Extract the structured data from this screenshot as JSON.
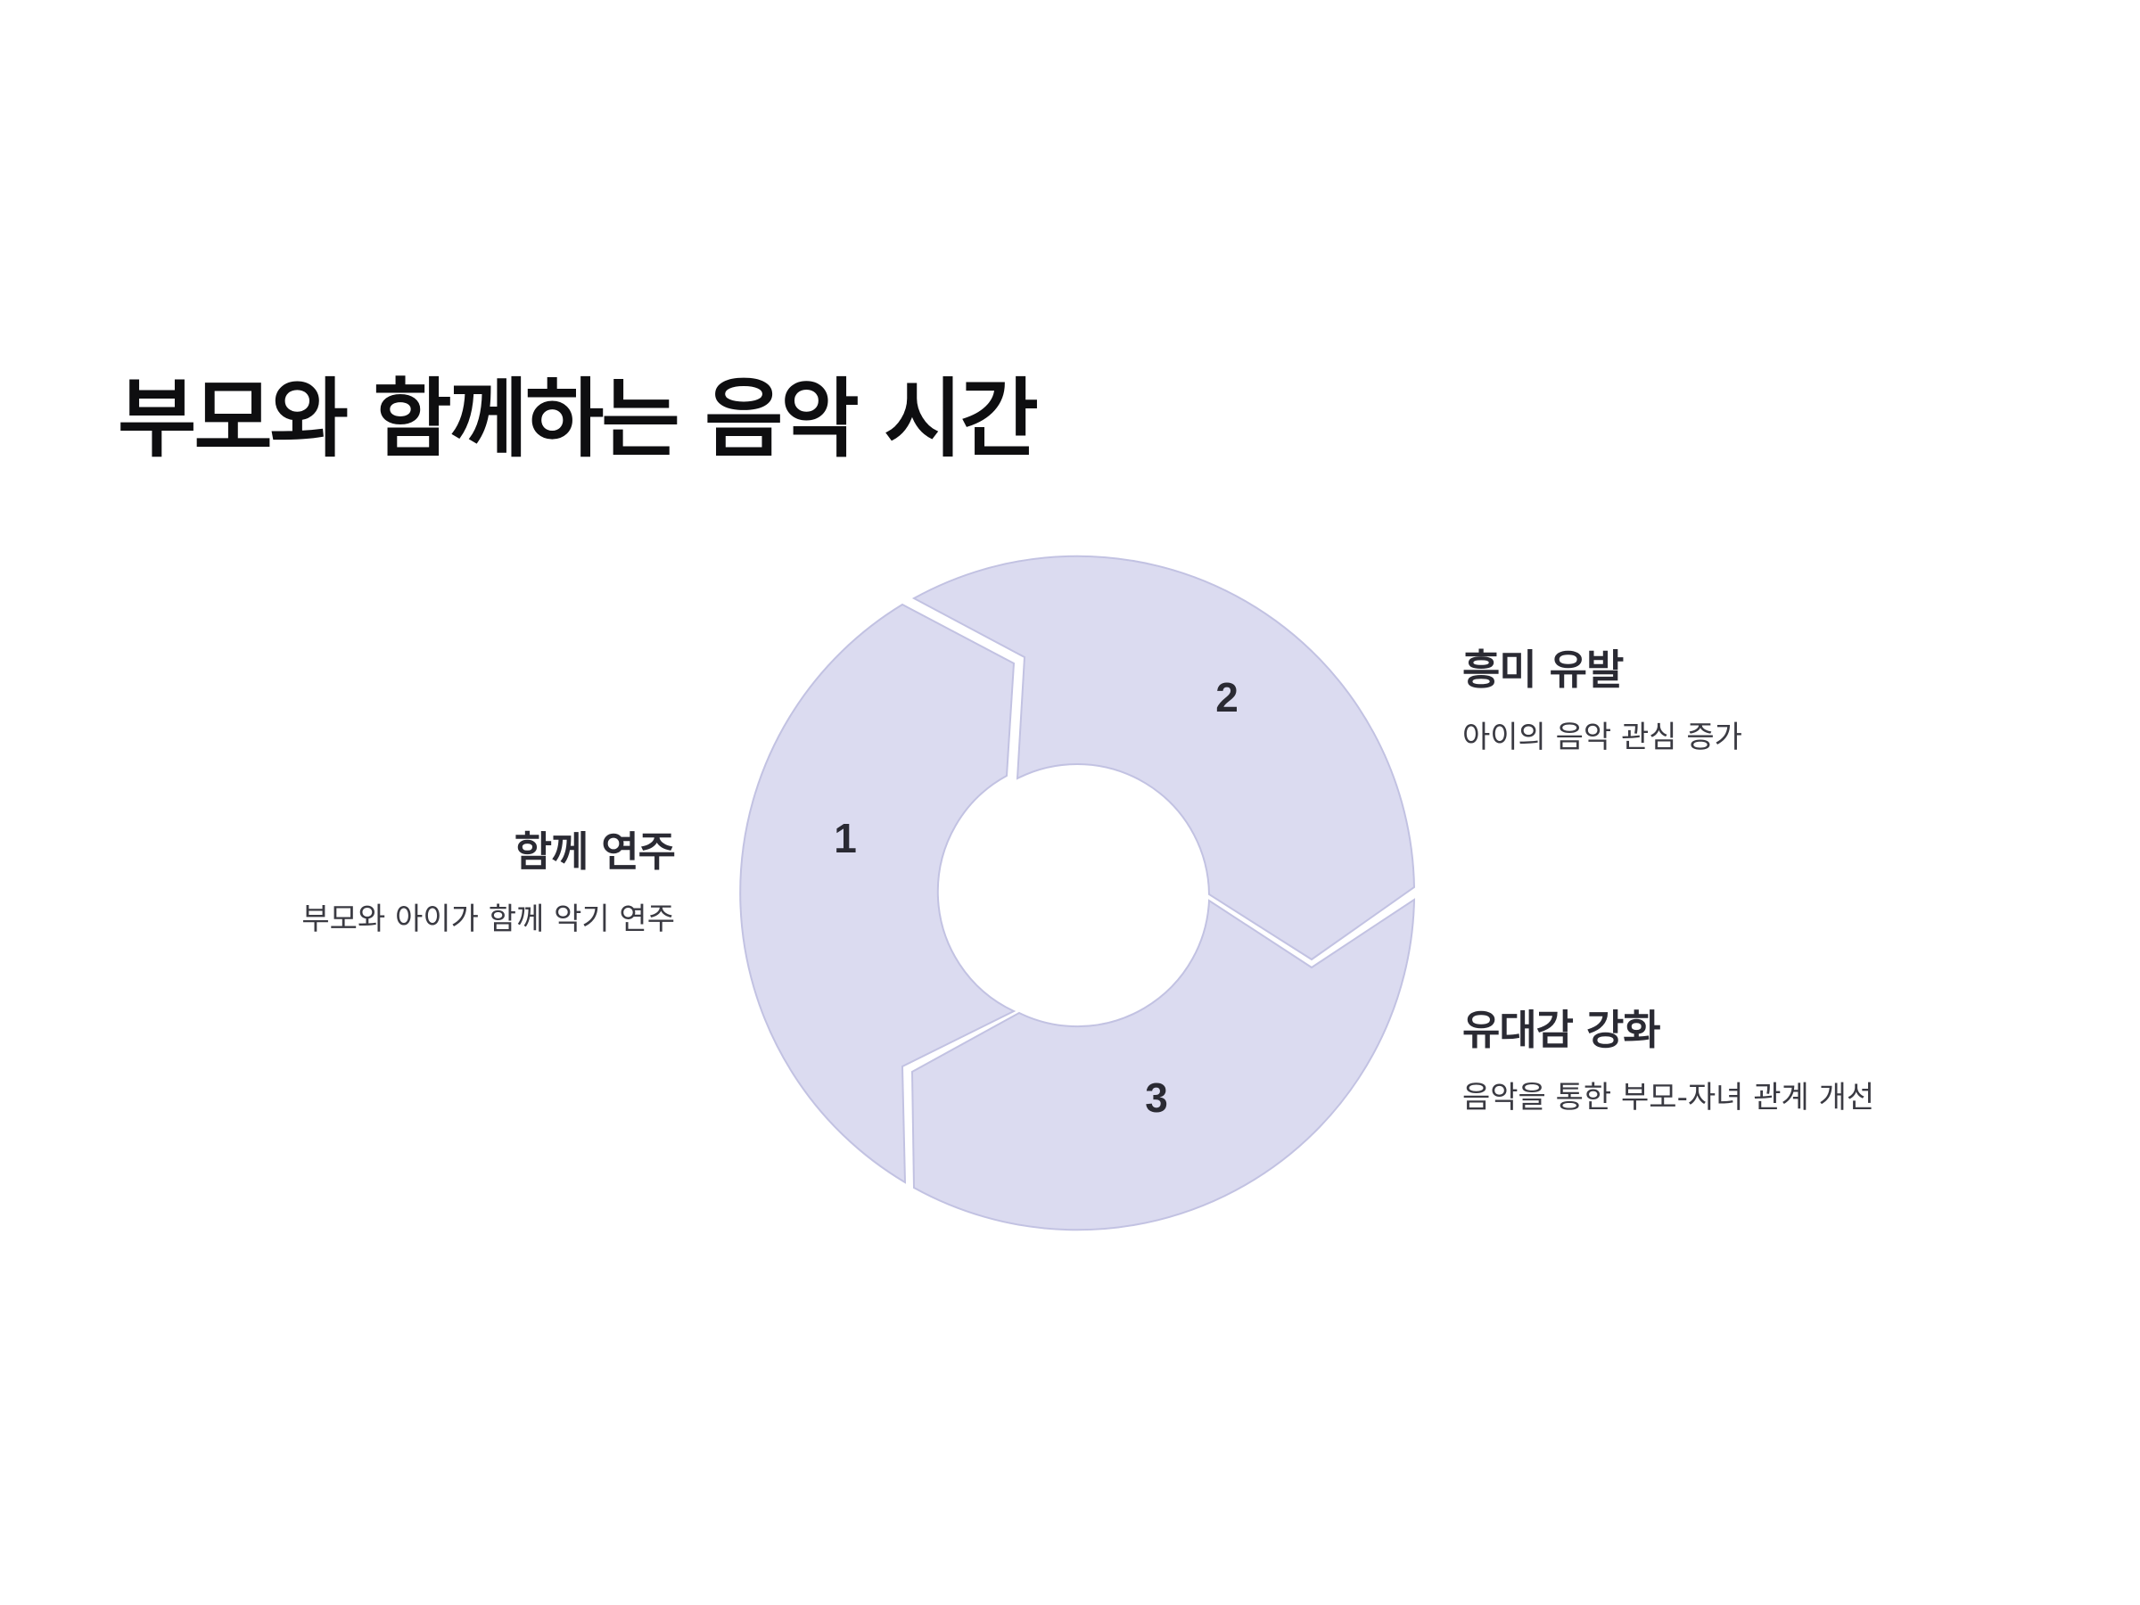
{
  "title": "부모와 함께하는 음악 시간",
  "diagram": {
    "type": "cycle",
    "steps": [
      {
        "number": "1",
        "heading": "함께 연주",
        "description": "부모와 아이가 함께 악기 연주"
      },
      {
        "number": "2",
        "heading": "흥미 유발",
        "description": "아이의 음악 관심 증가"
      },
      {
        "number": "3",
        "heading": "유대감 강화",
        "description": "음악을 통한 부모-자녀 관계 개선"
      }
    ],
    "colors": {
      "segment_fill": "#dbdbf0",
      "segment_stroke": "#c2c2e2",
      "text": "#2a2a33"
    }
  }
}
